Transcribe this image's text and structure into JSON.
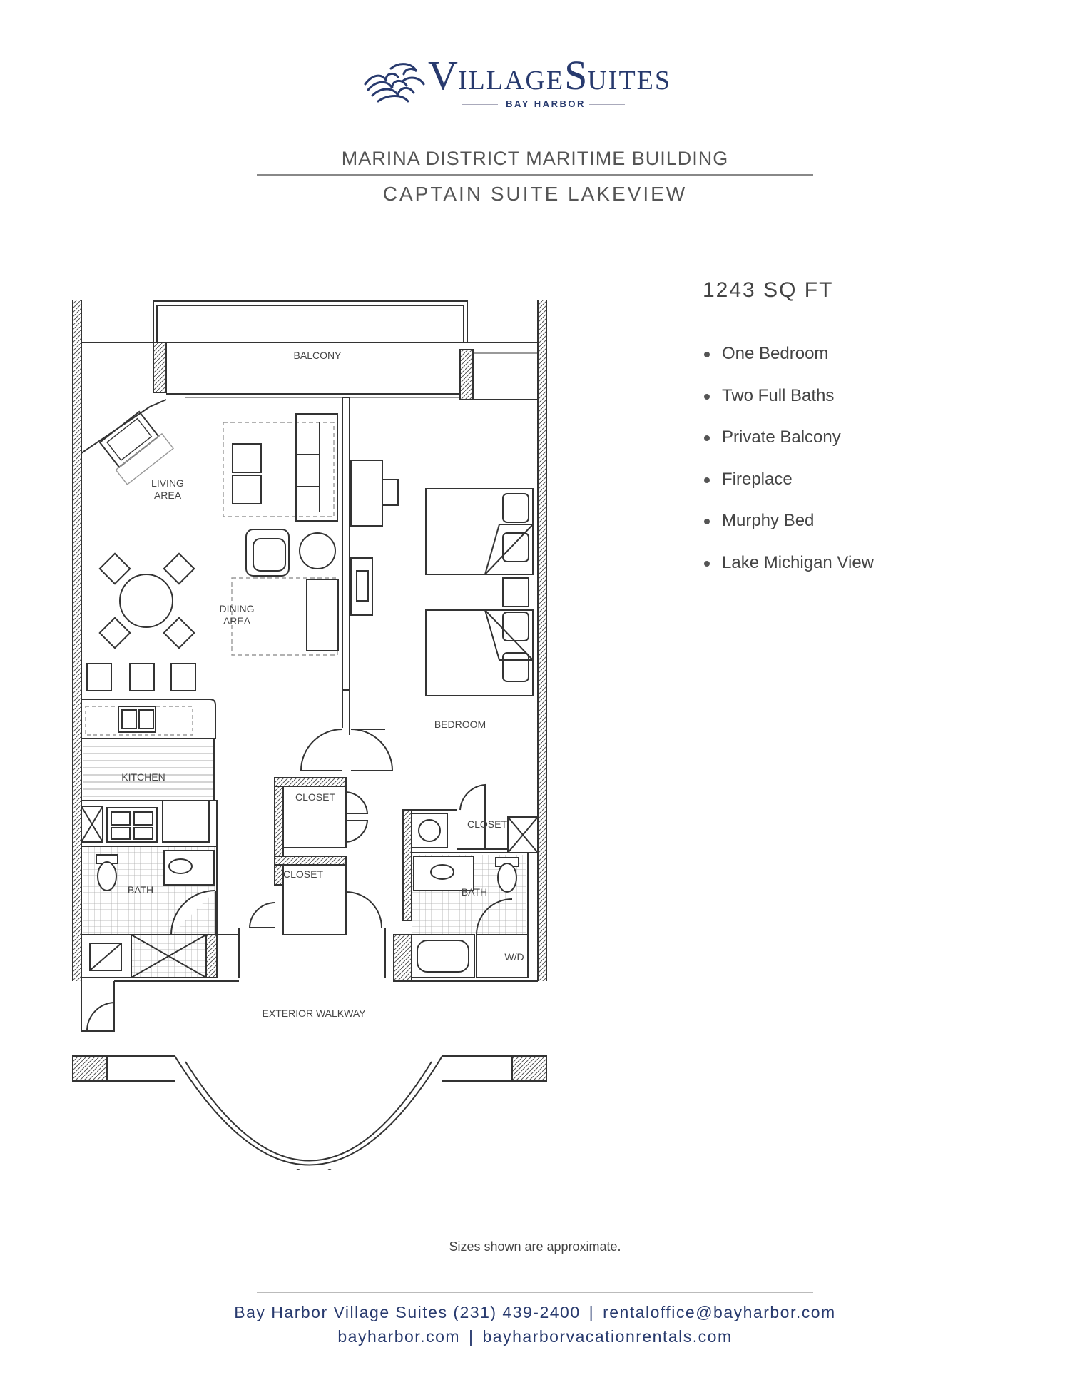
{
  "logo": {
    "word_village_initial": "V",
    "word_village_rest": "ILLAGE",
    "word_suites_initial": "S",
    "word_suites_rest": "UITES",
    "subtitle": "BAY HARBOR"
  },
  "header": {
    "building": "MARINA DISTRICT MARITIME BUILDING",
    "suite": "CAPTAIN SUITE LAKEVIEW"
  },
  "details": {
    "area": "1243 SQ FT",
    "features": [
      "One Bedroom",
      "Two Full Baths",
      "Private Balcony",
      "Fireplace",
      "Murphy Bed",
      "Lake Michigan View"
    ]
  },
  "plan_labels": {
    "balcony": "BALCONY",
    "living_1": "LIVING",
    "living_2": "AREA",
    "dining_1": "DINING",
    "dining_2": "AREA",
    "bedroom": "BEDROOM",
    "kitchen": "KITCHEN",
    "closet_a": "CLOSET",
    "closet_b": "CLOSET",
    "closet_c": "CLOSET",
    "bath_left": "BATH",
    "bath_right": "BATH",
    "wd": "W/D",
    "walkway": "EXTERIOR WALKWAY"
  },
  "disclaimer": "Sizes shown are approximate.",
  "footer": {
    "name_phone": "Bay Harbor Village Suites (231) 439-2400",
    "email": "rentaloffice@bayharbor.com",
    "website": "bayharbor.com",
    "rentals": "bayharborvacationrentals.com",
    "separator": "|"
  },
  "colors": {
    "brand_navy": "#283a6e",
    "line": "#333333"
  }
}
